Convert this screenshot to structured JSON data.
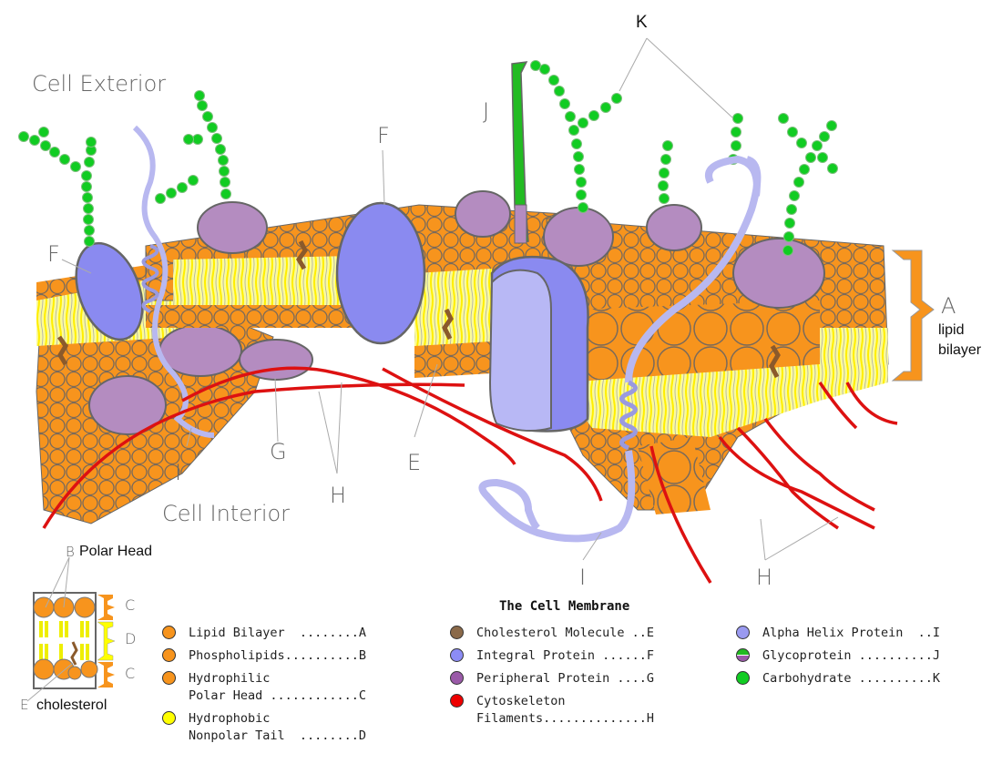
{
  "title": "The Cell Membrane",
  "regions": {
    "exterior": "Cell Exterior",
    "interior": "Cell Interior"
  },
  "diagram_labels": {
    "F_left": "F",
    "F_top": "F",
    "J": "J",
    "K": "K",
    "A": "A",
    "A_caption_line1": "lipid",
    "A_caption_line2": "bilayer",
    "I_left": "I",
    "G": "G",
    "H_left": "H",
    "E": "E",
    "I_right": "I",
    "H_right": "H"
  },
  "inset": {
    "B_letter": "B",
    "B_caption": "Polar Head",
    "C_top": "C",
    "D": "D",
    "C_bottom": "C",
    "E_letter": "E",
    "E_caption": "cholesterol"
  },
  "colors": {
    "lipid_head": "#f7941d",
    "tail": "#ffff00",
    "cholesterol": "#8b5a2b",
    "integral_protein": "#8a8af0",
    "peripheral_protein": "#b48cc0",
    "cytoskeleton": "#dd1111",
    "alpha_helix": "#b8b8f0",
    "carbohydrate": "#11cc22"
  },
  "legend": {
    "columns": [
      [
        {
          "icon": "orange-circle",
          "color": "#f7941d",
          "text": "Lipid Bilayer  ........A"
        },
        {
          "icon": "orange-circle",
          "color": "#f7941d",
          "text": "Phospholipids..........B"
        },
        {
          "icon": "orange-circle",
          "color": "#f7941d",
          "text": "Hydrophilic\nPolar Head ............C"
        },
        {
          "icon": "yellow-circle",
          "color": "#ffff00",
          "text": "Hydrophobic\nNonpolar Tail  ........D"
        }
      ],
      [
        {
          "icon": "brown-circle",
          "color": "#8b6a4a",
          "text": "Cholesterol Molecule ..E"
        },
        {
          "icon": "blue-circle",
          "color": "#8c8cf5",
          "text": "Integral Protein ......F"
        },
        {
          "icon": "purple-circle",
          "color": "#9a5aa8",
          "text": "Peripheral Protein ....G"
        },
        {
          "icon": "red-circle",
          "color": "#ee0000",
          "text": "Cytoskeleton\nFilaments..............H"
        }
      ],
      [
        {
          "icon": "lavender-circle",
          "color": "#9a9af0",
          "text": "Alpha Helix Protein  ..I"
        },
        {
          "icon": "glycoprotein-circle",
          "color": "#22bb22",
          "text": "Glycoprotein ..........J"
        },
        {
          "icon": "green-circle",
          "color": "#11cc22",
          "text": "Carbohydrate ..........K"
        }
      ]
    ]
  }
}
